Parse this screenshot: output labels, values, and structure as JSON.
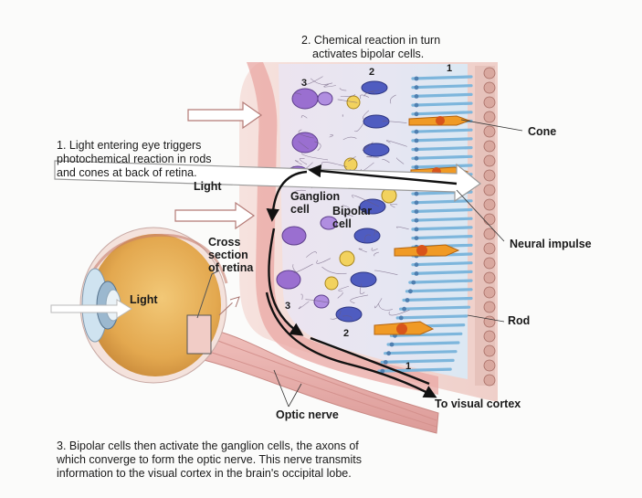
{
  "captions": {
    "step1": [
      "1. Light entering eye triggers",
      "photochemical reaction in rods",
      "and cones at back of retina."
    ],
    "step2": [
      "2. Chemical reaction in turn",
      "activates bipolar cells."
    ],
    "step3": [
      "3. Bipolar cells then activate the ganglion cells, the axons of",
      "which converge to form the optic nerve. This nerve transmits",
      "information to the visual cortex in the brain's occipital lobe."
    ]
  },
  "labels": {
    "cone": "Cone",
    "neural_impulse": "Neural impulse",
    "rod": "Rod",
    "to_visual_cortex": "To visual cortex",
    "optic_nerve": "Optic nerve",
    "ganglion_cell": [
      "Ganglion",
      "cell"
    ],
    "bipolar_cell": [
      "Bipolar",
      "cell"
    ],
    "light_upper": "Light",
    "light_eye": "Light",
    "cross_section": [
      "Cross",
      "section",
      "of retina"
    ]
  },
  "layer_numbers": {
    "top": [
      "3",
      "2",
      "1"
    ],
    "bottom": [
      "3",
      "2",
      "1"
    ]
  },
  "colors": {
    "ganglion_cell": "#8a5fc0",
    "bipolar_cell": "#3e4bb0",
    "cone_cell": "#f09020",
    "rod_cell": "#7db6dc",
    "tissue": "#f1d3cf",
    "nerve": "#e9aaa8",
    "eye_interior": "#e8b05a"
  }
}
